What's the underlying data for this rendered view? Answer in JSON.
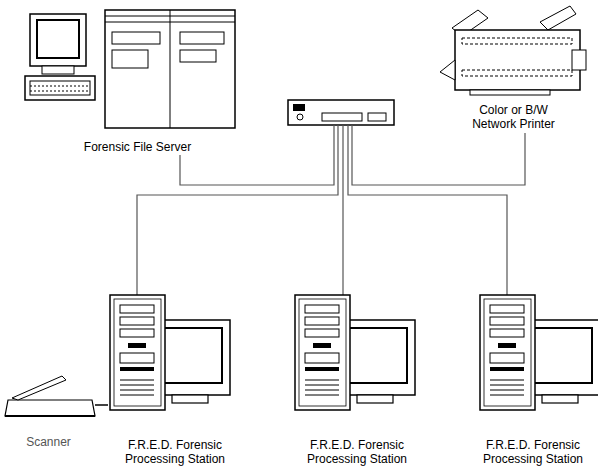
{
  "diagram": {
    "nodes": [
      {
        "text": [
          "Forensic File Server"
        ]
      },
      {
        "text": [
          "Color or B/W Network Printer"
        ]
      },
      {
        "text": [
          "Scanner"
        ]
      },
      {
        "text": [
          "F.R.E.D. Forensic Processing Station"
        ]
      },
      {
        "text": [
          "F.R.E.D. Forensic Processing Station"
        ]
      },
      {
        "text": [
          "F.R.E.D. Forensic Processing Station"
        ]
      }
    ],
    "edges": [
      {
        "from": 2,
        "to": 3,
        "arrow": "none"
      }
    ]
  }
}
